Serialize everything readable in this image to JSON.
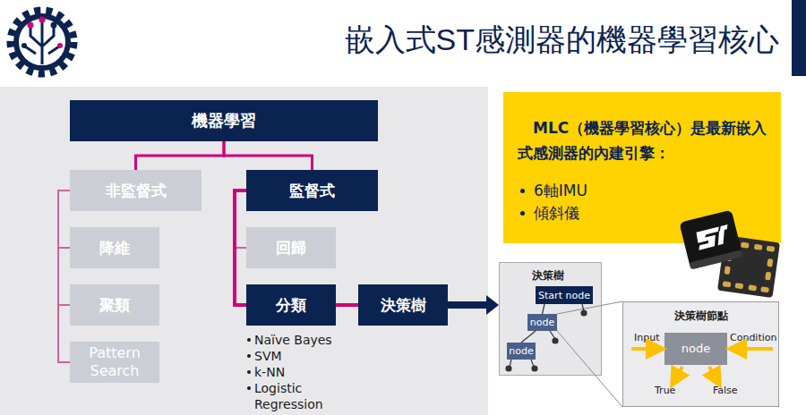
{
  "diagram": {
    "title": "嵌入式ST感測器的機器學習核心",
    "nodes": [
      {
        "text": [
          "機器學習"
        ]
      },
      {
        "text": [
          "非監督式"
        ]
      },
      {
        "text": [
          "監督式"
        ]
      },
      {
        "text": [
          "降維"
        ]
      },
      {
        "text": [
          "聚類"
        ]
      },
      {
        "text": [
          "Pattern Search"
        ]
      },
      {
        "text": [
          "回歸"
        ]
      },
      {
        "text": [
          "分類"
        ]
      },
      {
        "text": [
          "決策樹"
        ]
      },
      {
        "text": [
          "MLC（機器學習核心）是最新嵌入式感測器的內建引擎：",
          "6軸IMU",
          "傾斜儀"
        ]
      },
      {
        "text": [
          "決策樹"
        ]
      },
      {
        "text": [
          "Start node"
        ],
        "in": 10
      },
      {
        "text": [
          "node"
        ],
        "in": 10
      },
      {
        "text": [
          "node"
        ],
        "in": 10
      },
      {
        "text": [
          "決策樹節點"
        ]
      },
      {
        "text": [
          "node"
        ],
        "in": 14
      }
    ],
    "edges": [
      {
        "from": 0,
        "to": 1,
        "arrow": "none"
      },
      {
        "from": 0,
        "to": 2,
        "arrow": "none"
      },
      {
        "from": 1,
        "to": 3,
        "arrow": "none"
      },
      {
        "from": 1,
        "to": 4,
        "arrow": "none"
      },
      {
        "from": 1,
        "to": 5,
        "arrow": "none"
      },
      {
        "from": 2,
        "to": 6,
        "arrow": "none"
      },
      {
        "from": 2,
        "to": 7,
        "arrow": "none"
      },
      {
        "from": 7,
        "to": 8,
        "arrow": "none"
      },
      {
        "from": 8,
        "to": 10,
        "arrow": "to"
      },
      {
        "from": 11,
        "to": 12,
        "arrow": "none"
      },
      {
        "from": 12,
        "to": 13,
        "arrow": "none"
      },
      {
        "from": 12,
        "to": 14,
        "arrow": "none"
      }
    ],
    "labels": [
      "Naïve Bayes",
      "SVM",
      "k-NN",
      "Logistic Regression",
      "Input",
      "Condition",
      "True",
      "False"
    ]
  }
}
